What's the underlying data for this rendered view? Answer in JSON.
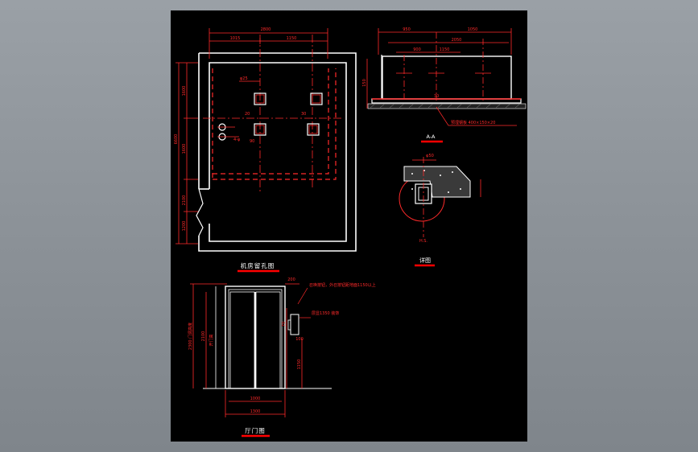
{
  "colors": {
    "background": "#8c9298",
    "sheet": "#000000",
    "line": "#ffffff",
    "dimension": "#ff2a2a",
    "title_underline": "#ff0000",
    "dashed": "#ff2a2a"
  },
  "machine_room": {
    "title": "机房留孔图",
    "dim_top_total": "2800",
    "dim_top_left": "1015",
    "dim_top_right": "1150",
    "dim_left_1": "1600",
    "dim_left_2": "1600",
    "dim_left_total": "6600",
    "dim_left_3": "2100",
    "dim_left_4": "1200",
    "label_1": "φ25",
    "label_2": "4-φ",
    "label_3": "90",
    "label_4": "20",
    "label_5": "30"
  },
  "section_aa": {
    "title": "A-A",
    "dim_top_left": "950",
    "dim_top_right": "1050",
    "dim_mid": "2050",
    "dim_sub_left": "900",
    "dim_sub_mid": "1150",
    "dim_side": "150",
    "dim_base": "30",
    "note": "预埋钢板 400×150×20"
  },
  "detail": {
    "title": "详图",
    "dim_top": "φ50",
    "label_bottom": "H.S."
  },
  "landing_door": {
    "title": "厅门图",
    "dim_top_right": "200",
    "note_1": "召唤按钮，外召按钮距地面1150以上",
    "note_2": "层显1350 装饰",
    "dim_height_1": "2100",
    "dim_height_total": "2300 门洞高度",
    "dim_height_2": "开门高",
    "dim_btn": "1150",
    "dim_width_inner": "1000",
    "dim_width_outer": "1300",
    "dim_small_1": "70",
    "dim_small_2": "100"
  }
}
